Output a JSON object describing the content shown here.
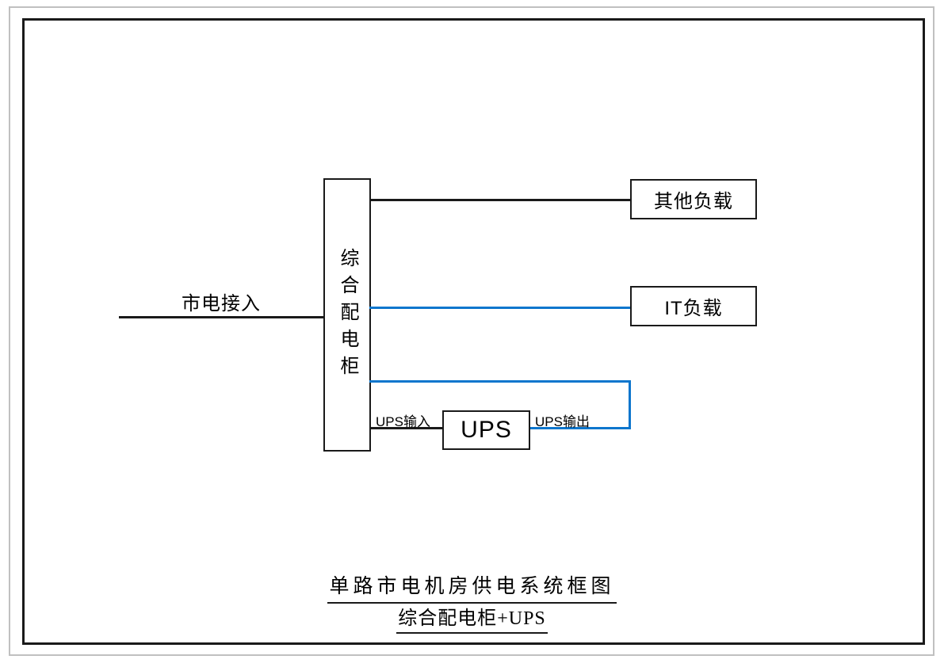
{
  "page": {
    "background_color": "#ffffff",
    "outer_border_color": "#c0c0c0",
    "inner_border_color": "#1a1a1a"
  },
  "diagram": {
    "mains_input_label": "市电接入",
    "cabinet_label": "综合配电柜",
    "other_load_label": "其他负载",
    "it_load_label": "IT负载",
    "ups_box_label": "UPS",
    "ups_input_label": "UPS输入",
    "ups_output_label": "UPS输出",
    "colors": {
      "black_wire": "#1a1a1a",
      "blue_wire": "#0d76cd",
      "box_border": "#1a1a1a"
    }
  },
  "caption": {
    "title": "单路市电机房供电系统框图",
    "subtitle": "综合配电柜+UPS"
  }
}
